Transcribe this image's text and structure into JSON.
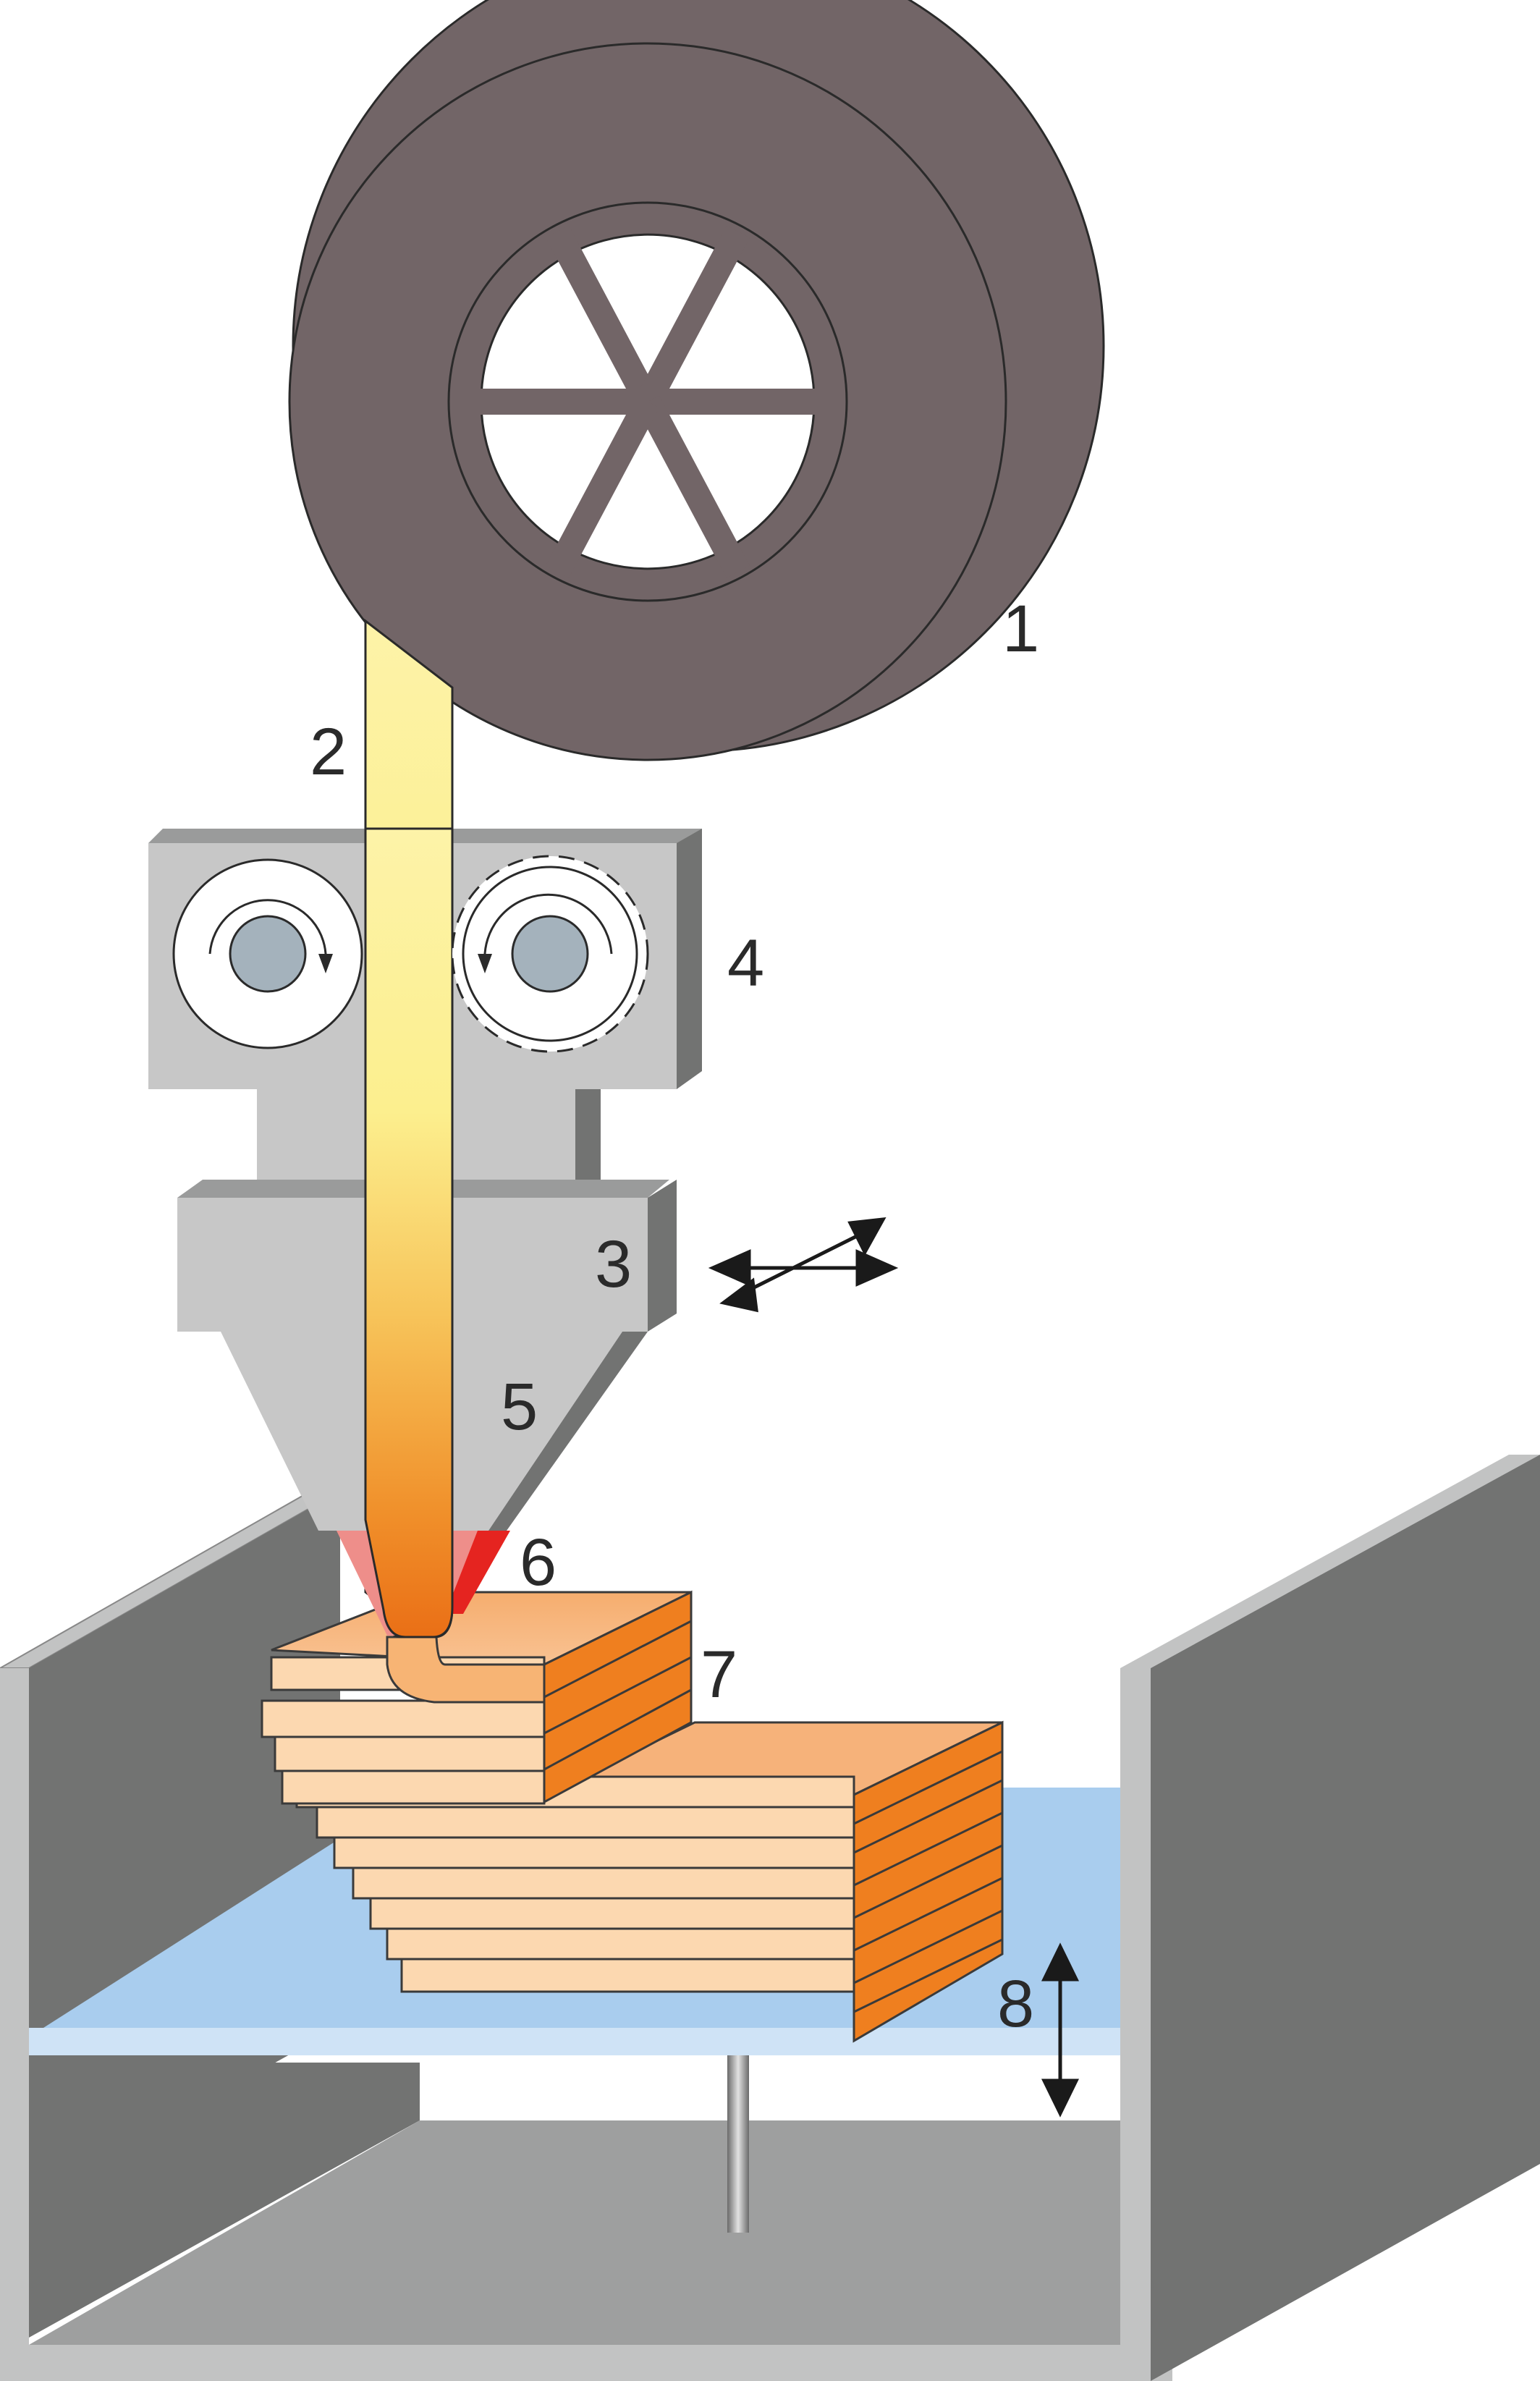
{
  "labels": {
    "spool": "1",
    "filament": "2",
    "print_head": "3",
    "feed_rollers": "4",
    "liquefier": "5",
    "nozzle": "6",
    "part": "7",
    "build_platform": "8"
  },
  "colors": {
    "spool": "#726567",
    "housing_light": "#c2c3c3",
    "housing_dark": "#727372",
    "head": "#c7c7c7",
    "filament_cold": "#fcf195",
    "filament_hot": "#ee7d1b",
    "nozzle_red": "#e52420",
    "nozzle_pink": "#ee8e8a",
    "layer_front": "#fcd8b0",
    "layer_top": "#f6b27a",
    "layer_side": "#ef7f1f",
    "platform": "#a9cdee"
  },
  "icons": {
    "roller_left": "idler-roller-icon",
    "roller_right": "gear-roller-icon",
    "xy_motion": "xy-motion-arrows-icon",
    "z_motion": "z-motion-arrow-icon"
  }
}
